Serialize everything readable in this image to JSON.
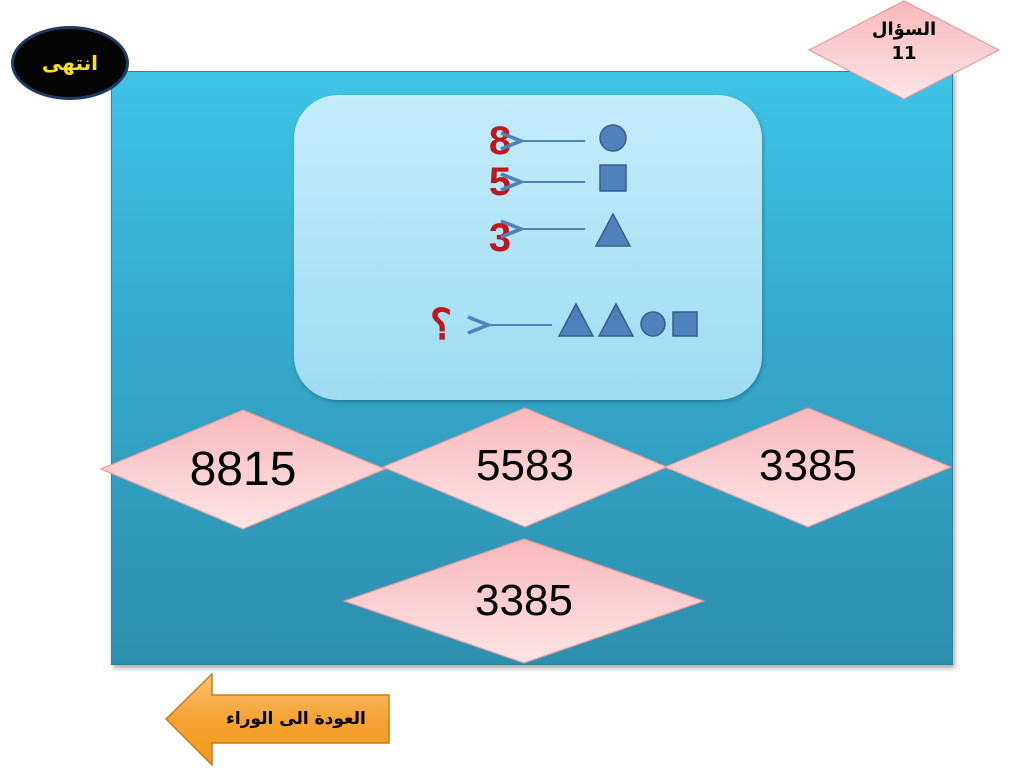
{
  "header": {
    "end_button_label": "انتهى",
    "question_label": "السؤال",
    "question_number": "11"
  },
  "puzzle": {
    "clues": [
      {
        "shape": "circle",
        "value": "8"
      },
      {
        "shape": "square",
        "value": "5"
      },
      {
        "shape": "triangle",
        "value": "3"
      }
    ],
    "question": {
      "shapes": [
        "triangle",
        "triangle",
        "circle",
        "square"
      ],
      "answer_placeholder": "؟"
    },
    "arrow_icon": "arrow-left-icon"
  },
  "answers": [
    {
      "label": "8815"
    },
    {
      "label": "5583"
    },
    {
      "label": "3385"
    },
    {
      "label": "3385"
    }
  ],
  "footer": {
    "back_button_label": "العودة الى الوراء"
  },
  "colors": {
    "panel": "#35a9cc",
    "card": "#b6e6f8",
    "shape_fill": "#4f81bd",
    "shape_stroke": "#385d8a",
    "number_red": "#c0171e",
    "diamond_fill": "#f7c4c6",
    "end_button_text": "#f4e21a",
    "back_button_fill": "#f6a233"
  }
}
